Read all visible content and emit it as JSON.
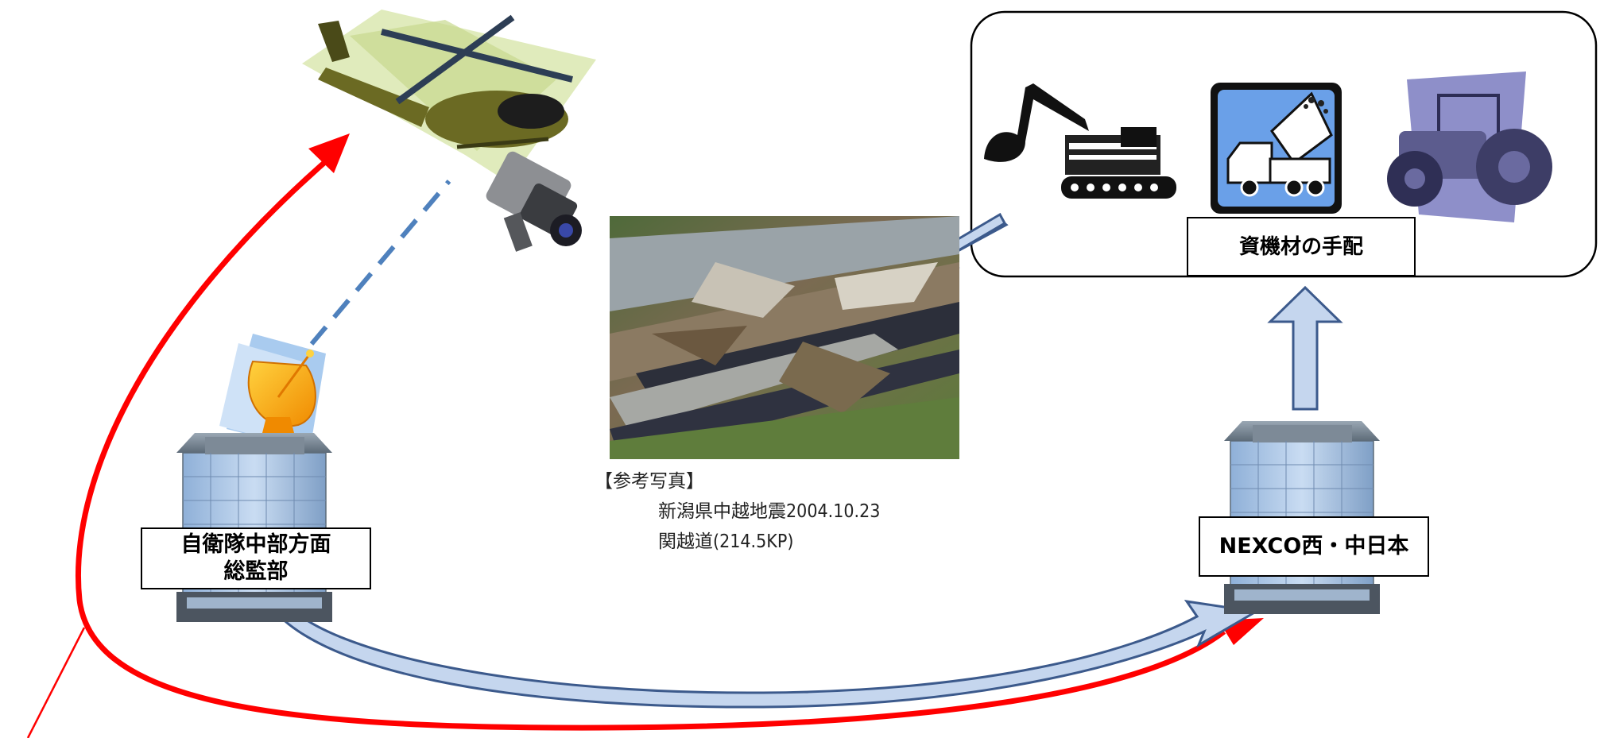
{
  "labels": {
    "sdf_hq_line1": "自衛隊中部方面",
    "sdf_hq_line2": "総監部",
    "nexco": "NEXCO西・中日本",
    "materials": "資機材の手配"
  },
  "photo_caption": {
    "title": "【参考写真】",
    "line1": "新潟県中越地震2004.10.23",
    "line2": "関越道(214.5KP)"
  },
  "colors": {
    "red_arrow": "#ff0000",
    "blue_arrow_fill": "#c5d6ee",
    "blue_arrow_stroke": "#3c5a8c",
    "dashed_link": "#4f81bd"
  },
  "icons": [
    "helicopter-icon",
    "video-camera-icon",
    "satellite-dish-icon",
    "building-icon",
    "excavator-icon",
    "dump-truck-icon",
    "road-roller-icon",
    "earthquake-photo"
  ]
}
